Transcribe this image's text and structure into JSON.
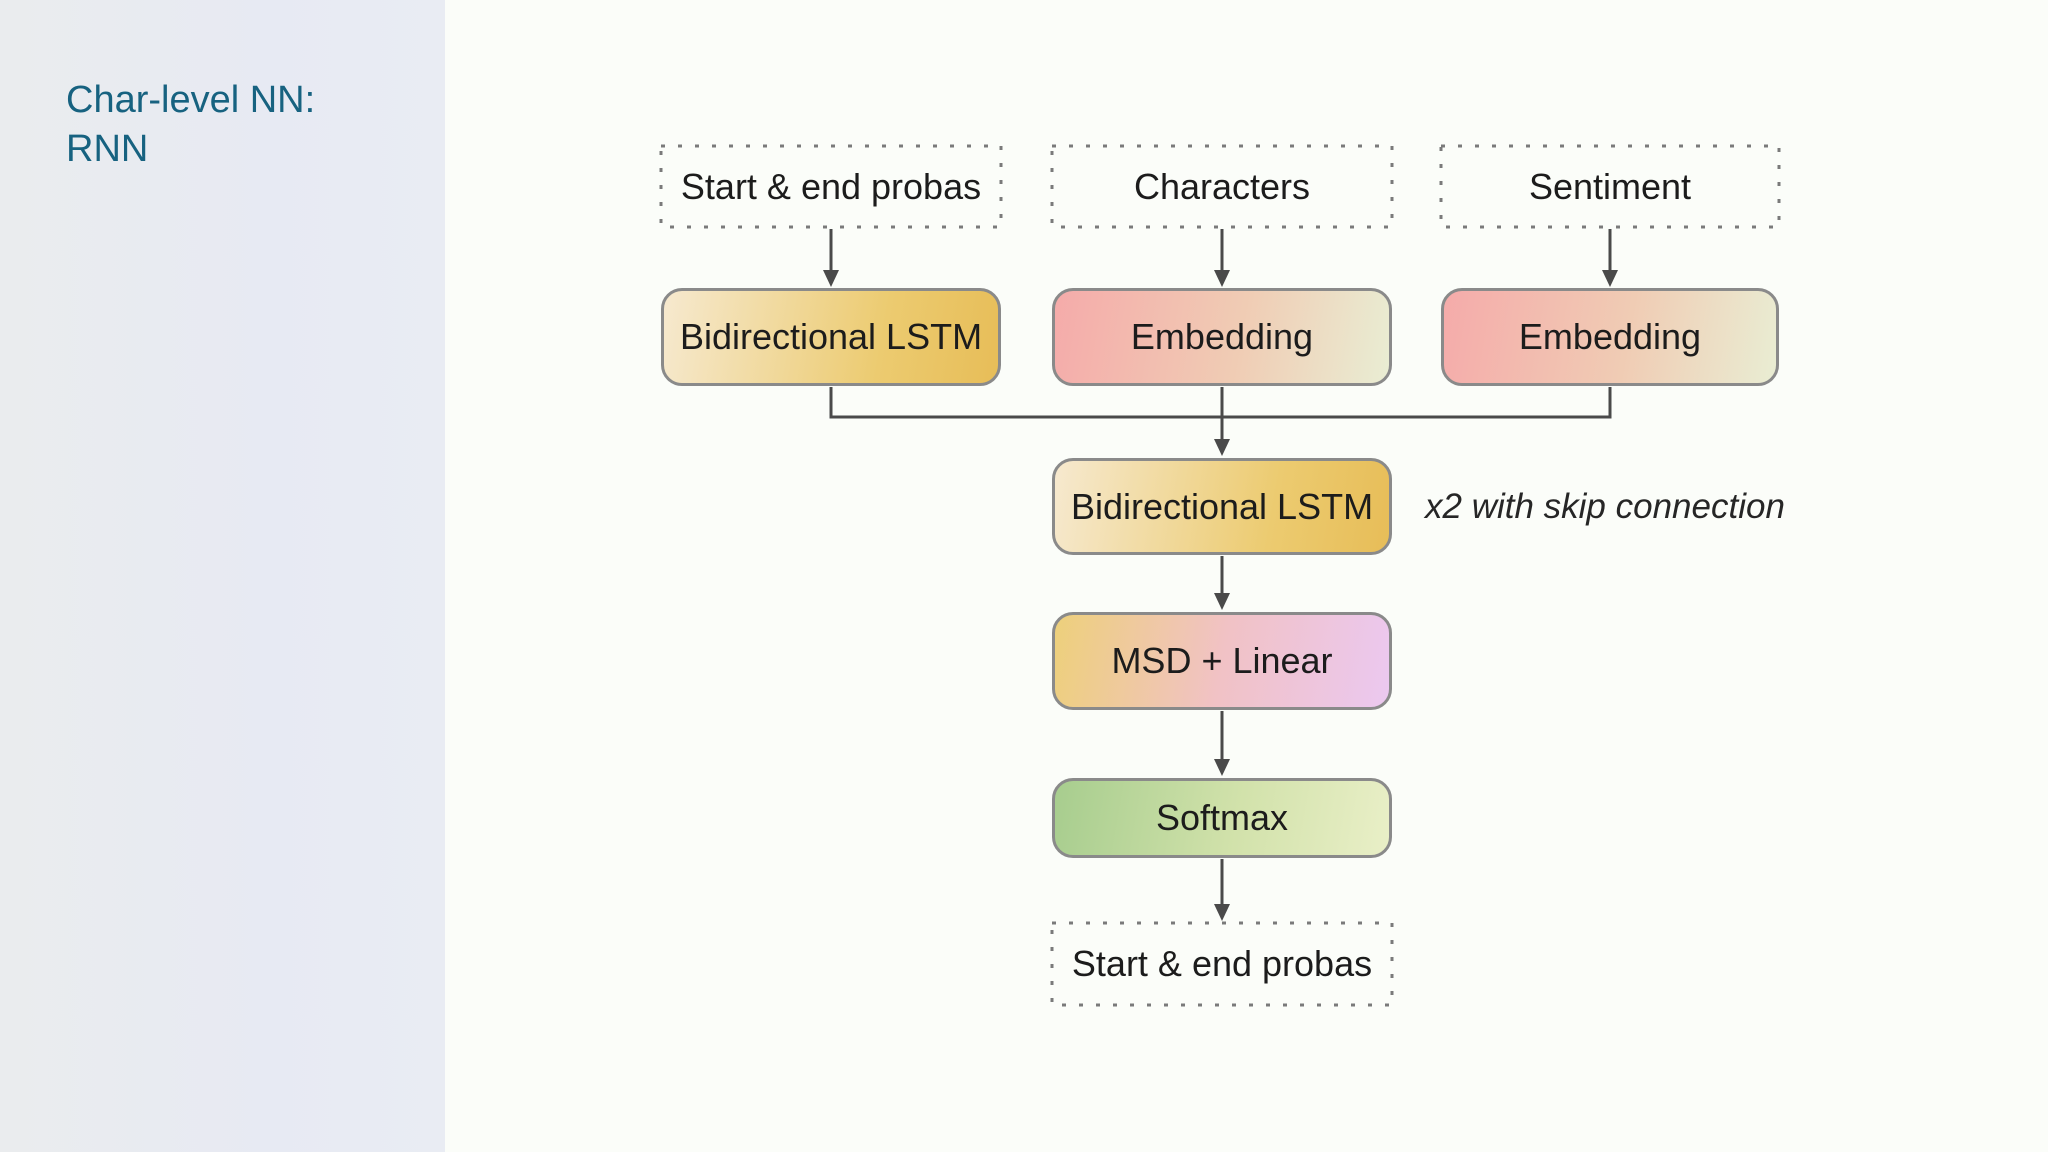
{
  "colors": {
    "page_background": "#fbfdf9",
    "panel_background": "#e8ebf2",
    "title_text": "#176280",
    "box_border": "#8a8a8a",
    "dotted_border": "#7a7a7a",
    "connector": "#4a4a4a",
    "label_text": "#1c1c1c",
    "lstm_gradient": [
      "#f6e9cf",
      "#e7bd58"
    ],
    "embedding_gradient": [
      "#f5abaa",
      "#e9edd3"
    ],
    "msd_gradient": [
      "#edd07b",
      "#f1c2c5",
      "#ebc8f0"
    ],
    "softmax_gradient": [
      "#a7cd8e",
      "#e9efc7"
    ]
  },
  "sidebar": {
    "title_line1": "Char-level NN:",
    "title_line2": "RNN"
  },
  "diagram": {
    "inputs": [
      {
        "label": "Start & end probas"
      },
      {
        "label": "Characters"
      },
      {
        "label": "Sentiment"
      }
    ],
    "encoders": [
      {
        "label": "Bidirectional LSTM"
      },
      {
        "label": "Embedding"
      },
      {
        "label": "Embedding"
      }
    ],
    "core": {
      "label": "Bidirectional LSTM",
      "note": "x2 with skip connection"
    },
    "head": {
      "label": "MSD + Linear"
    },
    "activation": {
      "label": "Softmax"
    },
    "output": {
      "label": "Start & end probas"
    }
  }
}
